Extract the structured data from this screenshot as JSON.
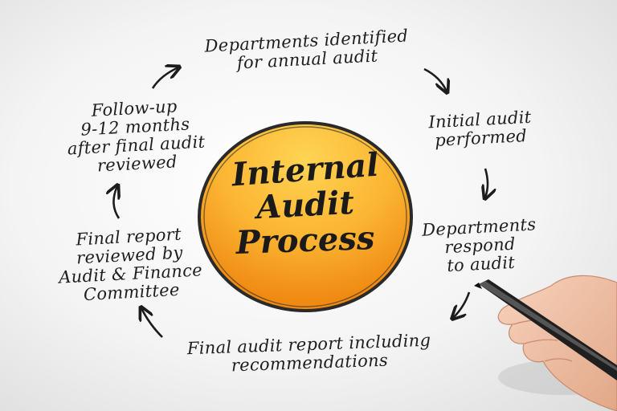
{
  "center": {
    "lines": [
      "Internal",
      "Audit",
      "Process"
    ],
    "fill_color": "#f5a623",
    "fill_highlight": "#ffd454",
    "outline_color": "#2a2a2a"
  },
  "steps": [
    {
      "lines": [
        "Departments identified",
        "for annual audit"
      ]
    },
    {
      "lines": [
        "Initial audit",
        "performed"
      ]
    },
    {
      "lines": [
        "Departments",
        "respond",
        "to audit"
      ]
    },
    {
      "lines": [
        "Final audit report including",
        "recommendations"
      ]
    },
    {
      "lines": [
        "Final report",
        "reviewed by",
        "Audit & Finance",
        "Committee"
      ]
    },
    {
      "lines": [
        "Follow-up",
        "9-12 months",
        "after final audit",
        "reviewed"
      ]
    }
  ],
  "arrow_icon": "curved-arrow-icon",
  "hand_icon": "hand-with-marker-icon"
}
